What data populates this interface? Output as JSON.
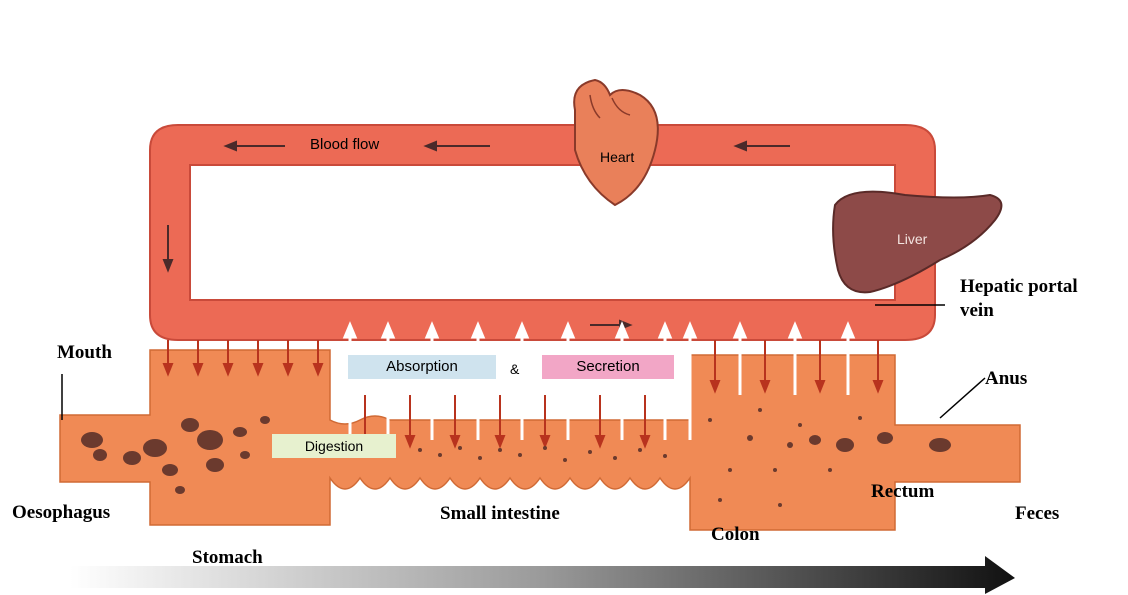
{
  "labels": {
    "blood_flow": "Blood flow",
    "heart": "Heart",
    "liver": "Liver",
    "hepatic_portal_vein_line1": "Hepatic portal",
    "hepatic_portal_vein_line2": "vein",
    "mouth": "Mouth",
    "absorption": "Absorption",
    "ampersand": "&",
    "secretion": "Secretion",
    "anus": "Anus",
    "digestion": "Digestion",
    "oesophagus": "Oesophagus",
    "stomach": "Stomach",
    "small_intestine": "Small intestine",
    "colon": "Colon",
    "rectum": "Rectum",
    "feces": "Feces"
  },
  "colors": {
    "vessel": "#ec6a55",
    "vessel_dark": "#c94a3a",
    "gut": "#f08a55",
    "gut_light": "#f5a566",
    "liver": "#8d4a48",
    "heart": "#e9805a",
    "absorption_box": "#cfe3ee",
    "secretion_box": "#f2a6c6",
    "digestion_box": "#e7f1cf",
    "arrow_down": "#b8331e",
    "arrow_up": "#ffffff",
    "food": "#6b3a2e"
  }
}
